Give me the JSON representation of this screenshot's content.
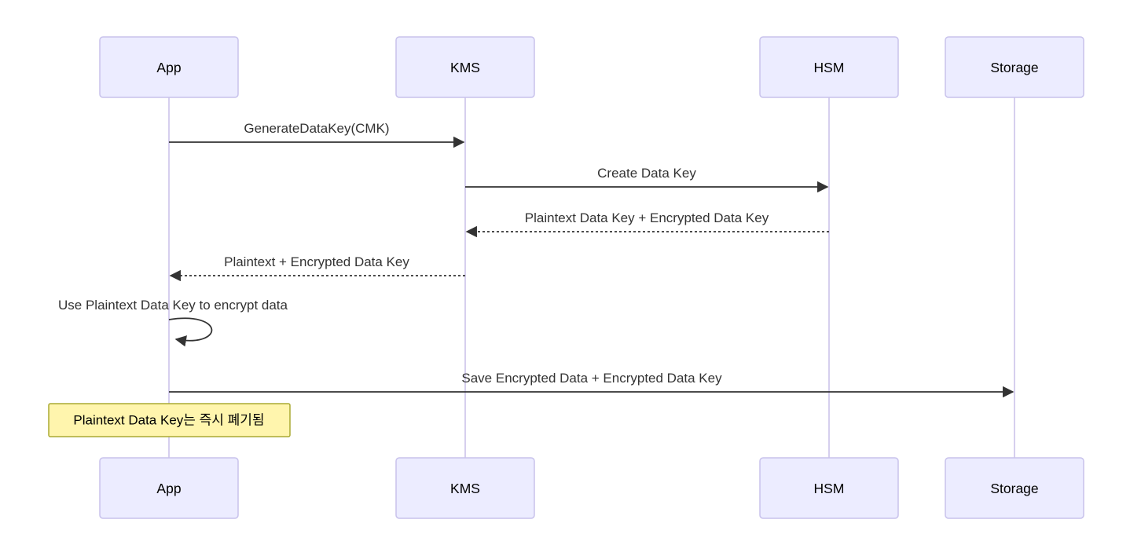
{
  "diagram": {
    "type": "sequence",
    "actors": [
      {
        "id": "app",
        "label": "App"
      },
      {
        "id": "kms",
        "label": "KMS"
      },
      {
        "id": "hsm",
        "label": "HSM"
      },
      {
        "id": "storage",
        "label": "Storage"
      }
    ],
    "messages": [
      {
        "from": "App",
        "to": "KMS",
        "label": "GenerateDataKey(CMK)",
        "line": "solid"
      },
      {
        "from": "KMS",
        "to": "HSM",
        "label": "Create Data Key",
        "line": "solid"
      },
      {
        "from": "HSM",
        "to": "KMS",
        "label": "Plaintext Data Key + Encrypted Data Key",
        "line": "dashed"
      },
      {
        "from": "KMS",
        "to": "App",
        "label": "Plaintext + Encrypted Data Key",
        "line": "dashed"
      },
      {
        "from": "App",
        "to": "App",
        "label": "Use Plaintext Data Key to encrypt data",
        "line": "self"
      },
      {
        "from": "App",
        "to": "Storage",
        "label": "Save Encrypted Data + Encrypted Data Key",
        "line": "solid"
      }
    ],
    "note": {
      "attached_to": "App",
      "label": "Plaintext Data Key는 즉시 폐기됨"
    },
    "colors": {
      "actor_fill": "#ECECFF",
      "actor_border": "#C8C2EC",
      "lifeline": "#CCC3EA",
      "arrow": "#333333",
      "message_text": "#333333",
      "actor_text": "#000000",
      "note_fill": "#FFF5AD",
      "note_border": "#AAAA33",
      "note_text": "#000000",
      "background": "#FFFFFF"
    }
  }
}
